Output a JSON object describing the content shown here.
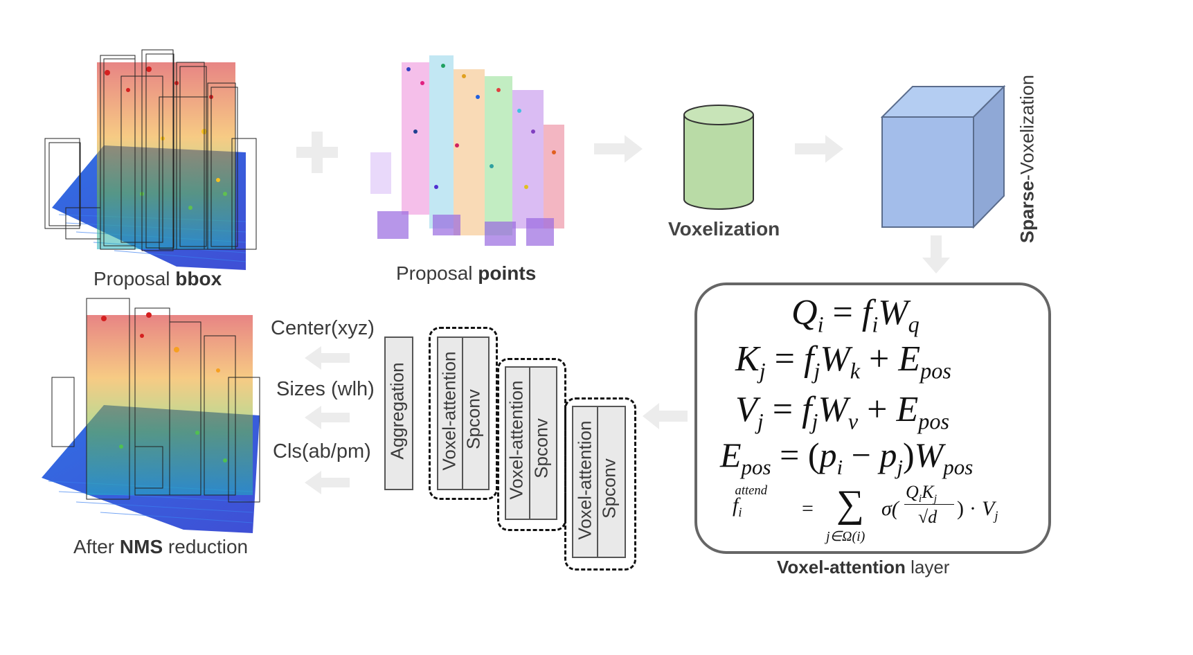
{
  "labels": {
    "proposal_bbox_prefix": "Proposal ",
    "proposal_bbox_bold": "bbox",
    "proposal_points_prefix": "Proposal ",
    "proposal_points_bold": "points",
    "voxelization": "Voxelization",
    "sparse_voxelization_bold": "Sparse",
    "sparse_voxelization_rest": "-Voxelization",
    "after_nms_prefix": "After ",
    "after_nms_bold": "NMS",
    "after_nms_suffix": " reduction",
    "voxel_attention_layer_bold": "Voxel-attention",
    "voxel_attention_layer_rest": " layer"
  },
  "outputs": {
    "center": "Center(xyz)",
    "sizes": "Sizes (wlh)",
    "cls": "Cls(ab/pm)"
  },
  "layers": {
    "aggregation": "Aggregation",
    "voxel_attention": "Voxel-attention",
    "spconv": "Spconv"
  },
  "equations": {
    "q": "Q_i = f_i W_q",
    "k": "K_j = f_j W_k + E_pos",
    "v": "V_j = f_j W_v + E_pos",
    "e": "E_pos = (p_i − p_j) W_pos",
    "f": "f_i^attend = Σ_{j∈Ω(i)} σ(Q_i K_j / √d) · V_j"
  },
  "colors": {
    "cylinder_fill": "#b9dba6",
    "cube_front": "#a3bdea",
    "cube_top": "#b4cdf2",
    "cube_side": "#8fa8d6",
    "arrow": "#ececec",
    "layer_fill": "#e9e9e9"
  }
}
